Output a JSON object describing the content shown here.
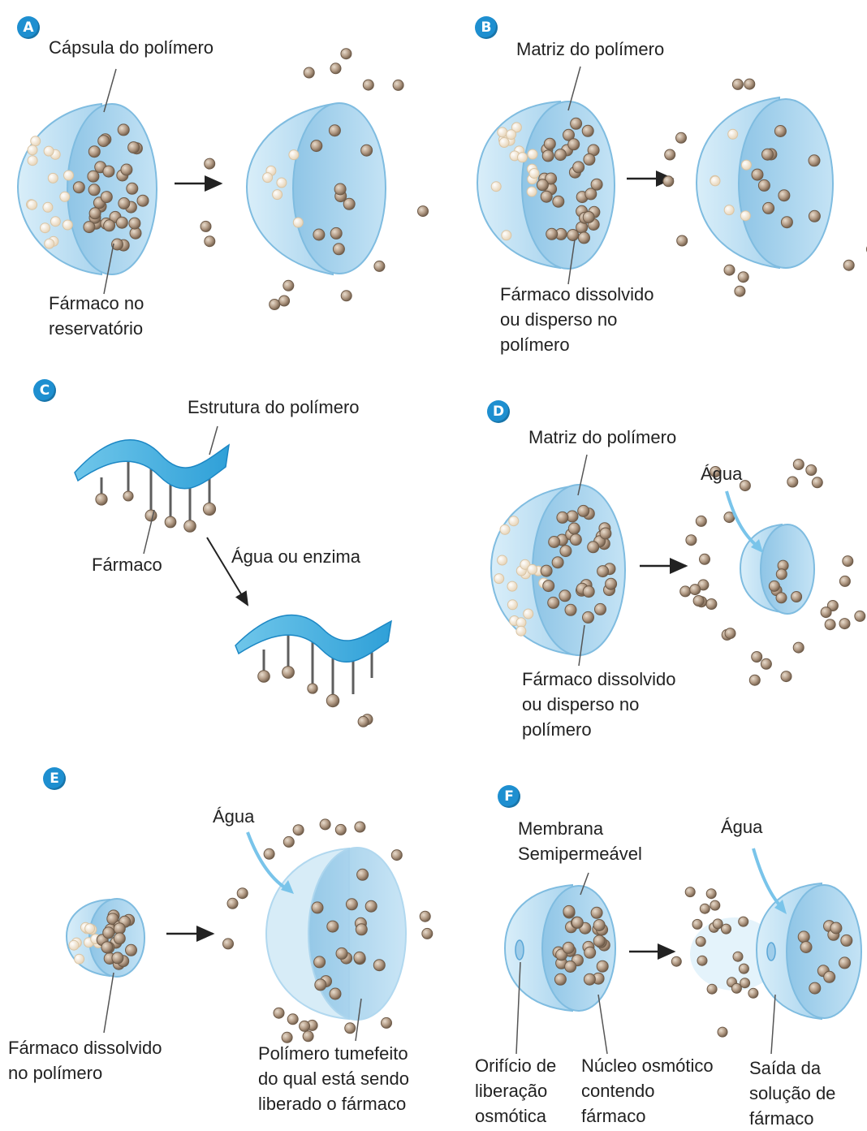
{
  "panels": {
    "a": {
      "badge": "A",
      "capsule_label": "Cápsula do polímero",
      "drug_label": [
        "Fármaco no",
        "reservatório"
      ]
    },
    "b": {
      "badge": "B",
      "matrix_label": "Matriz do polímero",
      "drug_label": [
        "Fármaco dissolvido",
        "ou disperso no",
        "polímero"
      ]
    },
    "c": {
      "badge": "C",
      "structure_label": "Estrutura do polímero",
      "drug_label": "Fármaco",
      "agent_label": "Água ou enzima"
    },
    "d": {
      "badge": "D",
      "matrix_label": "Matriz do polímero",
      "water_label": "Água",
      "drug_label": [
        "Fármaco dissolvido",
        "ou disperso no",
        "polímero"
      ]
    },
    "e": {
      "badge": "E",
      "water_label": "Água",
      "drug_label": [
        "Fármaco dissolvido",
        "no polímero"
      ],
      "swollen_label": [
        "Polímero tumefeito",
        "do qual está sendo",
        "liberado o fármaco"
      ]
    },
    "f": {
      "badge": "F",
      "membrane_label": [
        "Membrana",
        "Semipermeável"
      ],
      "water_label": "Água",
      "orifice_label": [
        "Orifício de",
        "liberação",
        "osmótica"
      ],
      "core_label": [
        "Núcleo osmótico",
        "contendo",
        "fármaco"
      ],
      "exit_label": [
        "Saída da",
        "solução de",
        "fármaco"
      ]
    }
  },
  "colors": {
    "shell": "#bfe0f3",
    "shell_edge": "#7fbce0",
    "inner": "#9fcdea",
    "drug": "#b29a84",
    "drug_edge": "#6d5a48",
    "strip": "#2fa9dd",
    "badge": "#1e8fd0"
  }
}
